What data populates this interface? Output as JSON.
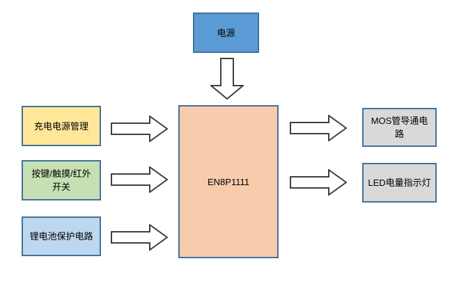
{
  "diagram": {
    "type": "block-diagram",
    "background": "#FFFFFF",
    "center_chip": {
      "label": "EN8P1111",
      "fill": "#F8CBAD",
      "border": "#41719C"
    },
    "power_source": {
      "label": "电源",
      "fill": "#5B9BD5",
      "border": "#41719C"
    },
    "inputs": [
      {
        "id": "charge-power-management",
        "label": "充电电源管理",
        "fill": "#FFE699",
        "border": "#41719C"
      },
      {
        "id": "key-touch-ir-switch",
        "label": "按键/触摸/红外开关",
        "fill": "#C6E0B4",
        "border": "#41719C"
      },
      {
        "id": "li-battery-protection-circuit",
        "label": "锂电池保护电路",
        "fill": "#BDD7EE",
        "border": "#41719C"
      }
    ],
    "outputs": [
      {
        "id": "mos-conduction-circuit",
        "label": "MOS管导通电路",
        "fill": "#D9D9D9",
        "border": "#41719C"
      },
      {
        "id": "led-charge-indicator",
        "label": "LED电量指示灯",
        "fill": "#D9D9D9",
        "border": "#41719C"
      }
    ],
    "arrows": {
      "style": "outline-block-arrow",
      "fill": "#FFFFFF",
      "stroke": "#3F3F3F",
      "connections": [
        "电源 -> EN8P1111",
        "充电电源管理 -> EN8P1111",
        "按键/触摸/红外开关 -> EN8P1111",
        "锂电池保护电路 -> EN8P1111",
        "EN8P1111 -> MOS管导通电路",
        "EN8P1111 -> LED电量指示灯"
      ]
    },
    "text_color": "#000000"
  }
}
